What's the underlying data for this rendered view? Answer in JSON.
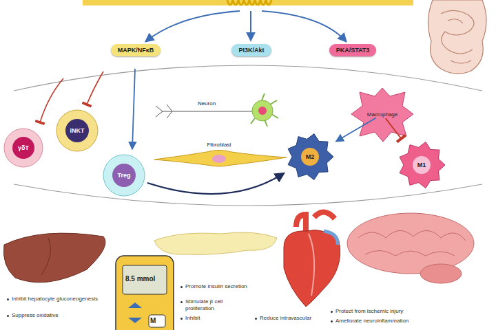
{
  "diagram": {
    "nodes": [
      {
        "text": [
          "MAPK/NFκB"
        ]
      },
      {
        "text": [
          "PI3K/Akt"
        ]
      },
      {
        "text": [
          "PKA/STAT3"
        ]
      },
      {
        "text": [
          "Neuron"
        ]
      },
      {
        "text": [
          "Macrophage"
        ]
      },
      {
        "text": [
          "iNKT"
        ]
      },
      {
        "text": [
          "γδT"
        ]
      },
      {
        "text": [
          "Fibroblast"
        ]
      },
      {
        "text": [
          "M2"
        ]
      },
      {
        "text": [
          "Treg"
        ]
      },
      {
        "text": [
          "M1"
        ]
      }
    ],
    "edges": [
      {
        "from": 9,
        "to": 8,
        "arrow": "to"
      },
      {
        "from": 4,
        "to": 8,
        "arrow": "to"
      },
      {
        "from": 4,
        "to": 10,
        "arrow": "to"
      }
    ],
    "labels": [
      "8.5 mmol",
      "M",
      "Inhibit hepatocyte gluconeogenesis",
      "Suppress oxidative",
      "Promote insulin secretion",
      "Stimulate β cell proliferation",
      "Inhibit",
      "Reduce intravascular",
      "Protect from ischemic injury",
      "Ameliorate neuroinflammation"
    ]
  }
}
